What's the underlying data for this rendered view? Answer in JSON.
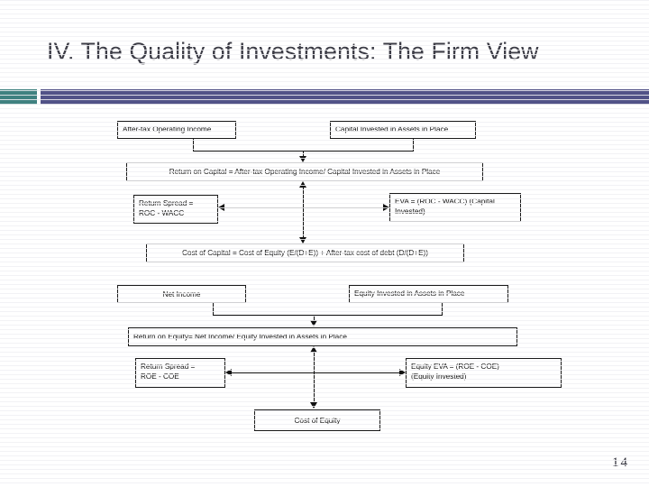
{
  "slide": {
    "title": "IV. The Quality of Investments: The Firm View",
    "page_number": "14",
    "accent_square_color": "#3f8180",
    "accent_bar_color": "#515287",
    "title_color": "#3c3c46",
    "background_color": "#ffffff"
  },
  "diagram": {
    "type": "flowchart",
    "nodes": {
      "after_tax_operating_income": "After-tax Operating Income",
      "capital_invested_assets": "Capital Invested in Assets in Place",
      "return_on_capital": "Return on Capital = After-tax Operating Income/ Capital Invested in Assets in Place",
      "return_spread_roc": "Return Spread =\nROC - WACC",
      "return_spread_roc_line1": "Return Spread =",
      "return_spread_roc_line2": "ROC - WACC",
      "eva": "EVA = (ROC - WACC) (Capital Invested)",
      "eva_line1": "EVA = (ROC - WACC) (Capital",
      "eva_line2": "Invested)",
      "cost_of_capital": "Cost of Capital = Cost of Equity (E/(D+E)) + After-tax cost of debt (D/(D+E))",
      "net_income": "Net Income",
      "equity_invested_assets": "Equity Invested in Assets in Place",
      "return_on_equity": "Return on Equity= Net Income/ Equity Invested in Assets in Place",
      "return_spread_roe_line1": "Return Spread =",
      "return_spread_roe_line2": "ROE - COE",
      "equity_eva_line1": "Equity EVA = (ROE - COE)",
      "equity_eva_line2": "(Equity Invested)",
      "cost_of_equity": "Cost of Equity"
    }
  }
}
